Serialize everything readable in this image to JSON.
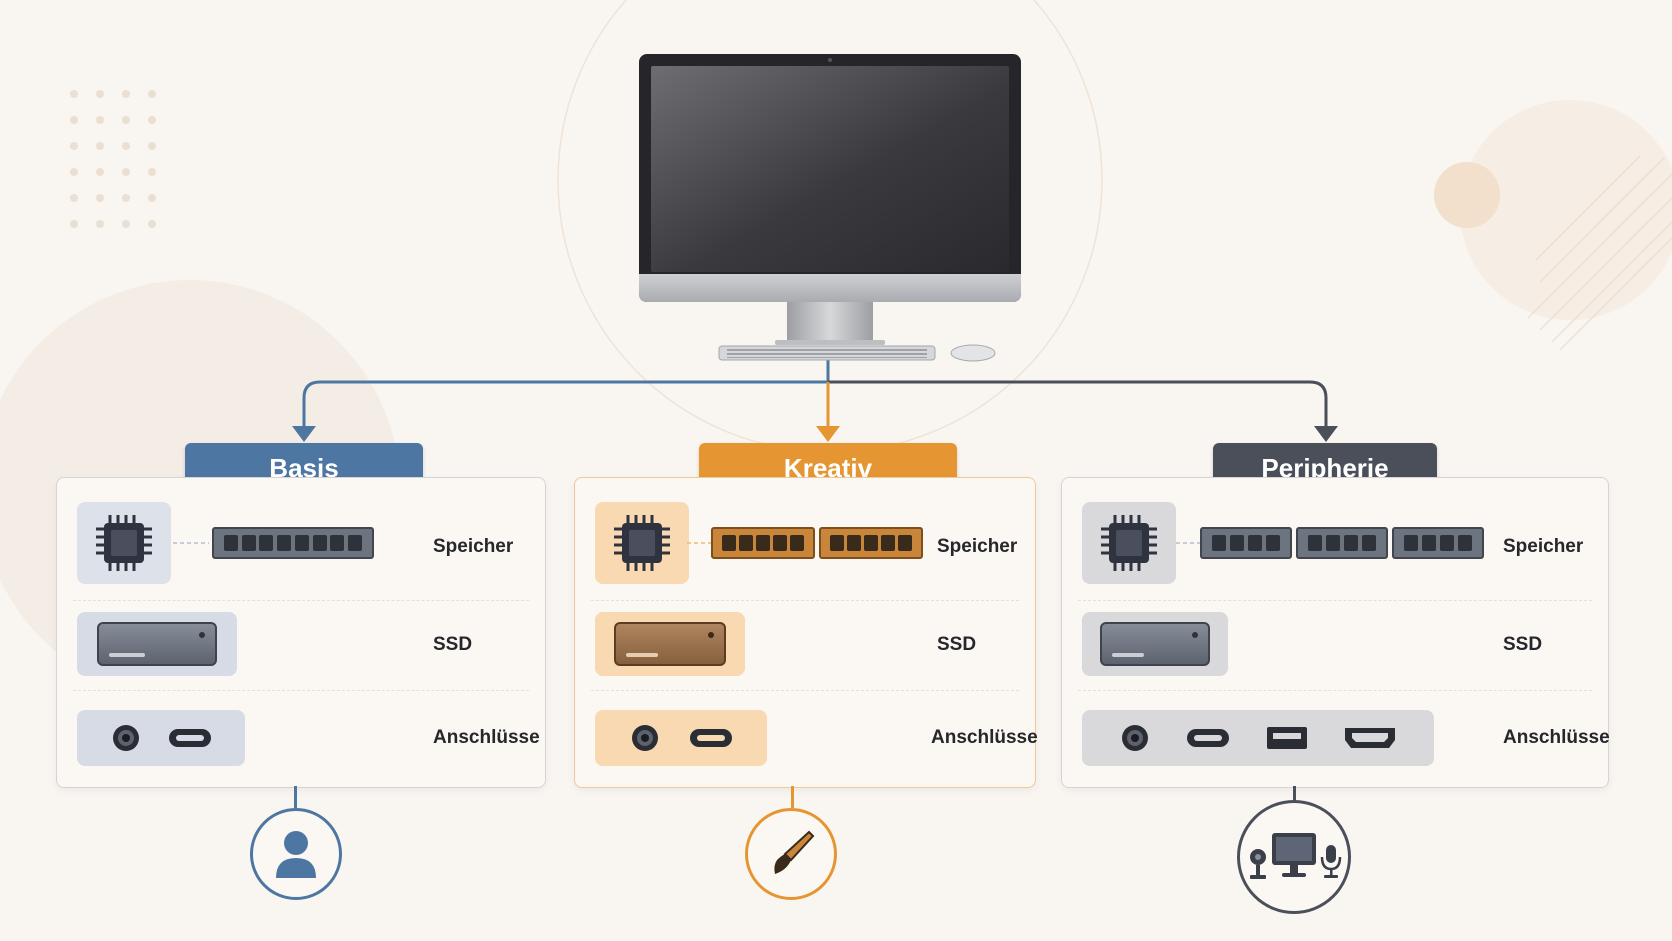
{
  "columns": [
    {
      "id": "basis",
      "title": "Basis",
      "color": "#4d76a2",
      "light": "#dde1ea",
      "rows": {
        "memory": "Speicher",
        "storage": "SSD",
        "ports": "Anschlüsse"
      },
      "ram_modules": 1,
      "ports": [
        "audio-jack",
        "usb-c"
      ],
      "persona_icon": "user-icon"
    },
    {
      "id": "kreativ",
      "title": "Kreativ",
      "color": "#e59632",
      "light": "#f9d9b2",
      "rows": {
        "memory": "Speicher",
        "storage": "SSD",
        "ports": "Anschlüsse"
      },
      "ram_modules": 2,
      "ports": [
        "audio-jack",
        "usb-c"
      ],
      "persona_icon": "paintbrush-icon"
    },
    {
      "id": "peripherie",
      "title": "Peripherie",
      "color": "#4a4f59",
      "light": "#d9d9dc",
      "rows": {
        "memory": "Speicher",
        "storage": "SSD",
        "ports": "Anschlüsse"
      },
      "ram_modules": 3,
      "ports": [
        "audio-jack",
        "usb-c",
        "usb-a",
        "hdmi"
      ],
      "persona_icon": "monitor-speakers-microphone-icon"
    }
  ],
  "center_icon": "desktop-computer-icon",
  "icons": [
    "cpu-chip-icon",
    "ram-module-icon",
    "ssd-drive-icon"
  ]
}
